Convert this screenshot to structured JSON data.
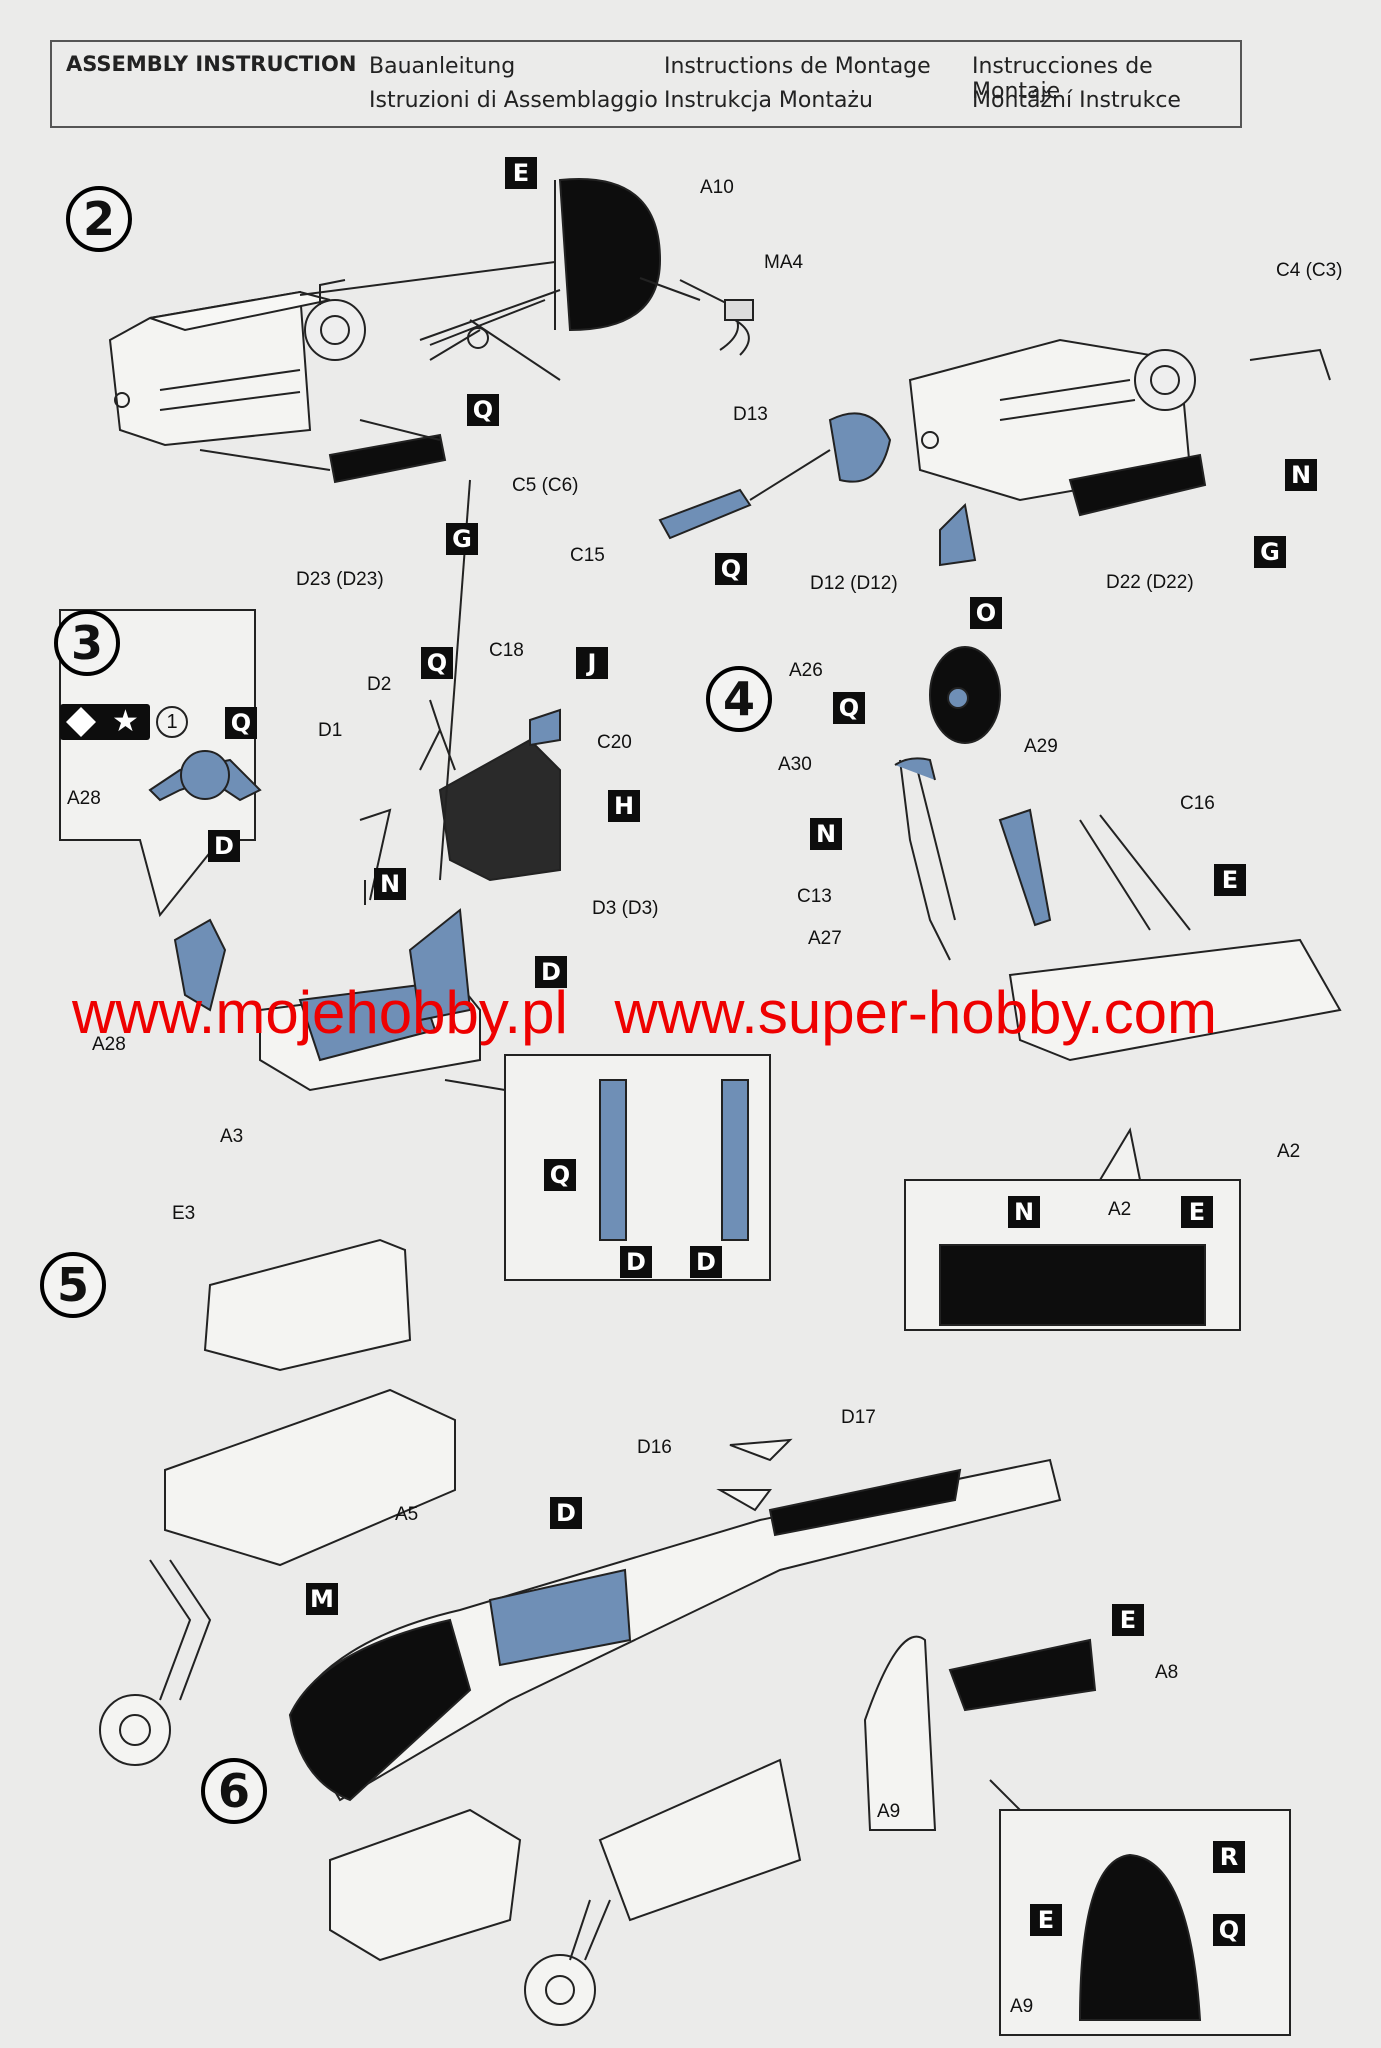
{
  "header": {
    "title": "ASSEMBLY INSTRUCTION",
    "de": "Bauanleitung",
    "it": "Istruzioni di Assemblaggio",
    "fr": "Instructions de Montage",
    "pl": "Instrukcja Montażu",
    "es": "Instrucciones de Montaje",
    "cs": "Montážní Instrukce"
  },
  "steps": {
    "s2": "2",
    "s3": "3",
    "s4": "4",
    "s5": "5",
    "s6": "6"
  },
  "color_codes": {
    "E": "E",
    "Q": "Q",
    "G": "G",
    "N": "N",
    "J": "J",
    "H": "H",
    "D": "D",
    "O": "O",
    "M": "M",
    "R": "R"
  },
  "parts": {
    "A10": "A10",
    "MA4": "MA4",
    "C4": "C4 (C3)",
    "C5": "C5 (C6)",
    "D13": "D13",
    "C15": "C15",
    "D12": "D12 (D12)",
    "D22": "D22 (D22)",
    "D23": "D23 (D23)",
    "D2": "D2",
    "C18": "C18",
    "D1": "D1",
    "C20": "C20",
    "D3": "D3 (D3)",
    "A28": "A28",
    "A3": "A3",
    "A26": "A26",
    "A30": "A30",
    "A29": "A29",
    "C16": "C16",
    "C13": "C13",
    "A27": "A27",
    "A2": "A2",
    "E3": "E3",
    "D17": "D17",
    "D16": "D16",
    "A5": "A5",
    "A8": "A8",
    "A9": "A9",
    "decal": "1"
  },
  "watermark": {
    "left": "www.mojehobby.pl",
    "right": "www.super-hobby.com"
  },
  "colors": {
    "blue_part": "#6f8fb6",
    "black_part": "#0d0d0d",
    "watermark": "#ee0000"
  }
}
